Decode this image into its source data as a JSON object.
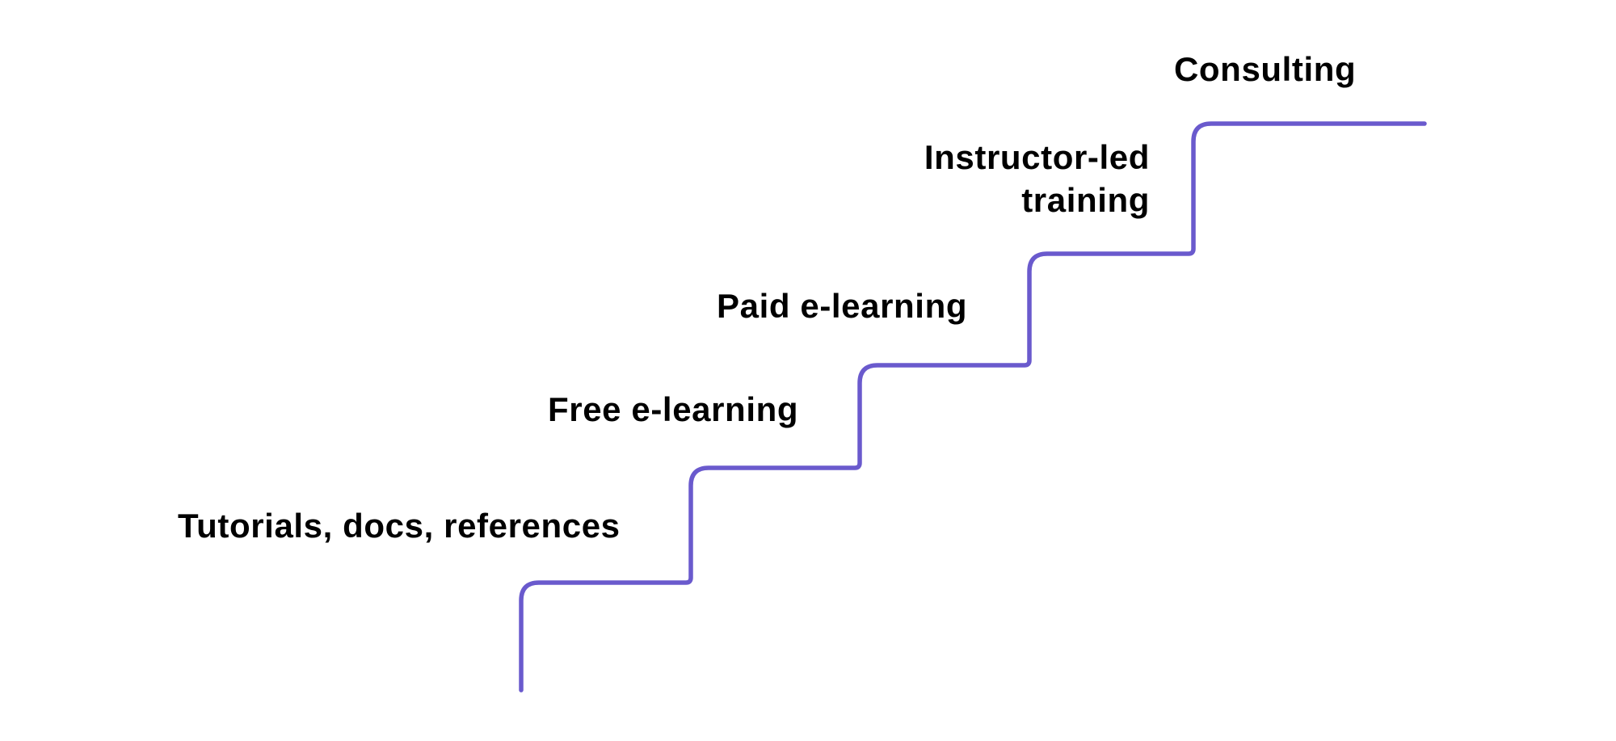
{
  "diagram": {
    "type": "staircase",
    "line_color": "#6a5acd",
    "text_color": "#000000",
    "steps": [
      {
        "label": "Tutorials, docs, references"
      },
      {
        "label": "Free e-learning"
      },
      {
        "label": "Paid e-learning"
      },
      {
        "label_lines": [
          "Instructor-led",
          "training"
        ]
      },
      {
        "label": "Consulting"
      }
    ]
  }
}
